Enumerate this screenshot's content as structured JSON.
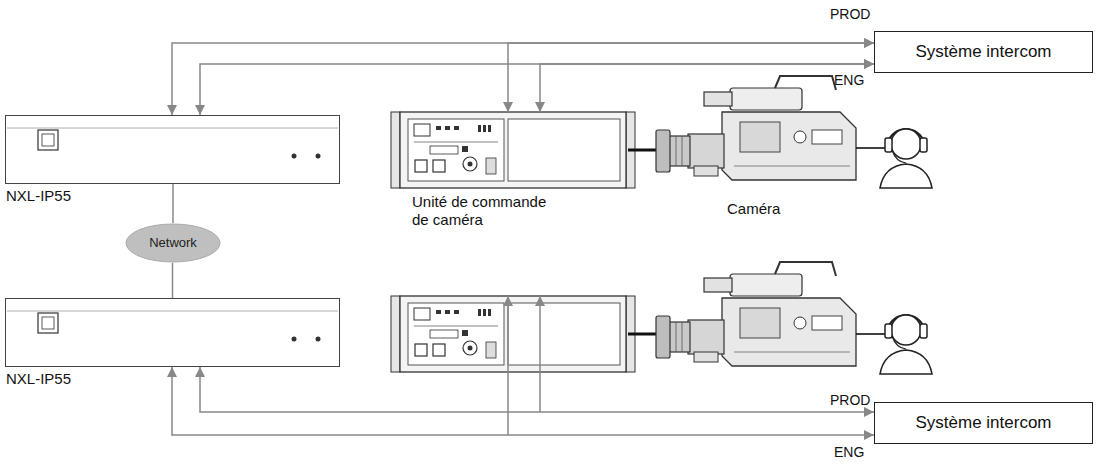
{
  "diagram": {
    "nodes": [
      {
        "text": [
          "Système intercom"
        ]
      },
      {
        "text": [
          "NXL-IP55"
        ]
      },
      {
        "text": [
          "Unité de commande de caméra"
        ]
      },
      {
        "text": [
          "Network"
        ]
      },
      {
        "text": [
          "NXL-IP55"
        ]
      },
      {
        "text": [
          "Système intercom"
        ]
      }
    ],
    "edges": [
      {
        "from": 1,
        "to": 0,
        "arrow": "both",
        "label": "PROD"
      },
      {
        "from": 1,
        "to": 0,
        "arrow": "both",
        "label": "ENG"
      },
      {
        "from": 2,
        "to": 0,
        "arrow": "both"
      },
      {
        "from": 2,
        "to": 0,
        "arrow": "both"
      },
      {
        "from": 1,
        "to": 3,
        "arrow": "none"
      },
      {
        "from": 3,
        "to": 4,
        "arrow": "none"
      },
      {
        "from": 4,
        "to": 5,
        "arrow": "both",
        "label": "PROD"
      },
      {
        "from": 4,
        "to": 5,
        "arrow": "both",
        "label": "ENG"
      }
    ],
    "labels": [
      "Caméra"
    ]
  }
}
